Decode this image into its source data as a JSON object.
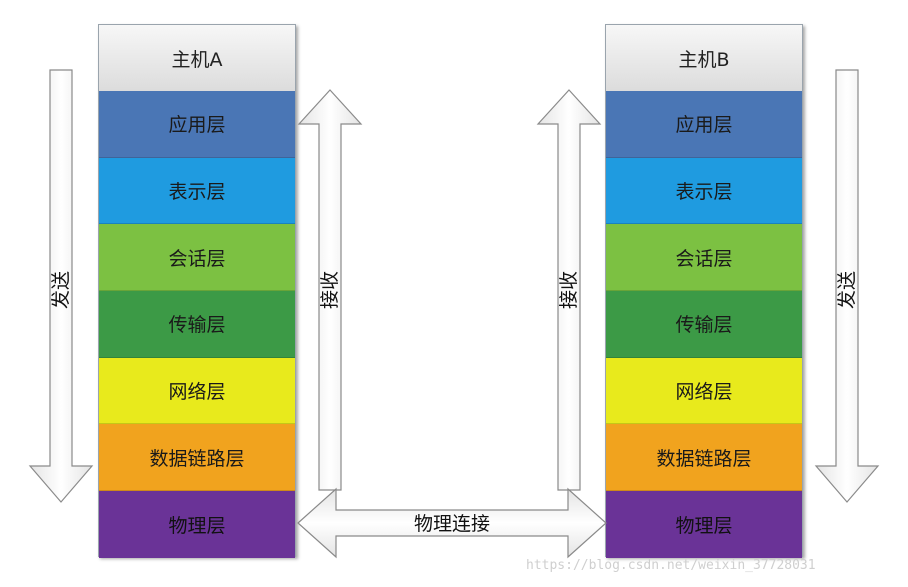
{
  "host_a": {
    "title": "主机A",
    "layers": [
      {
        "label": "应用层",
        "color": "#4a76b5"
      },
      {
        "label": "表示层",
        "color": "#1f9be0"
      },
      {
        "label": "会话层",
        "color": "#7cc142"
      },
      {
        "label": "传输层",
        "color": "#3c9a46"
      },
      {
        "label": "网络层",
        "color": "#e8ea1c"
      },
      {
        "label": "数据链路层",
        "color": "#f1a31e"
      },
      {
        "label": "物理层",
        "color": "#6a3397"
      }
    ]
  },
  "host_b": {
    "title": "主机B",
    "layers": [
      {
        "label": "应用层",
        "color": "#4a76b5"
      },
      {
        "label": "表示层",
        "color": "#1f9be0"
      },
      {
        "label": "会话层",
        "color": "#7cc142"
      },
      {
        "label": "传输层",
        "color": "#3c9a46"
      },
      {
        "label": "网络层",
        "color": "#e8ea1c"
      },
      {
        "label": "数据链路层",
        "color": "#f1a31e"
      },
      {
        "label": "物理层",
        "color": "#6a3397"
      }
    ]
  },
  "arrows": {
    "send_left": "发送",
    "receive_left": "接收",
    "receive_right": "接收",
    "send_right": "发送",
    "physical_link": "物理连接"
  },
  "watermark": "https://blog.csdn.net/weixin_37728031"
}
